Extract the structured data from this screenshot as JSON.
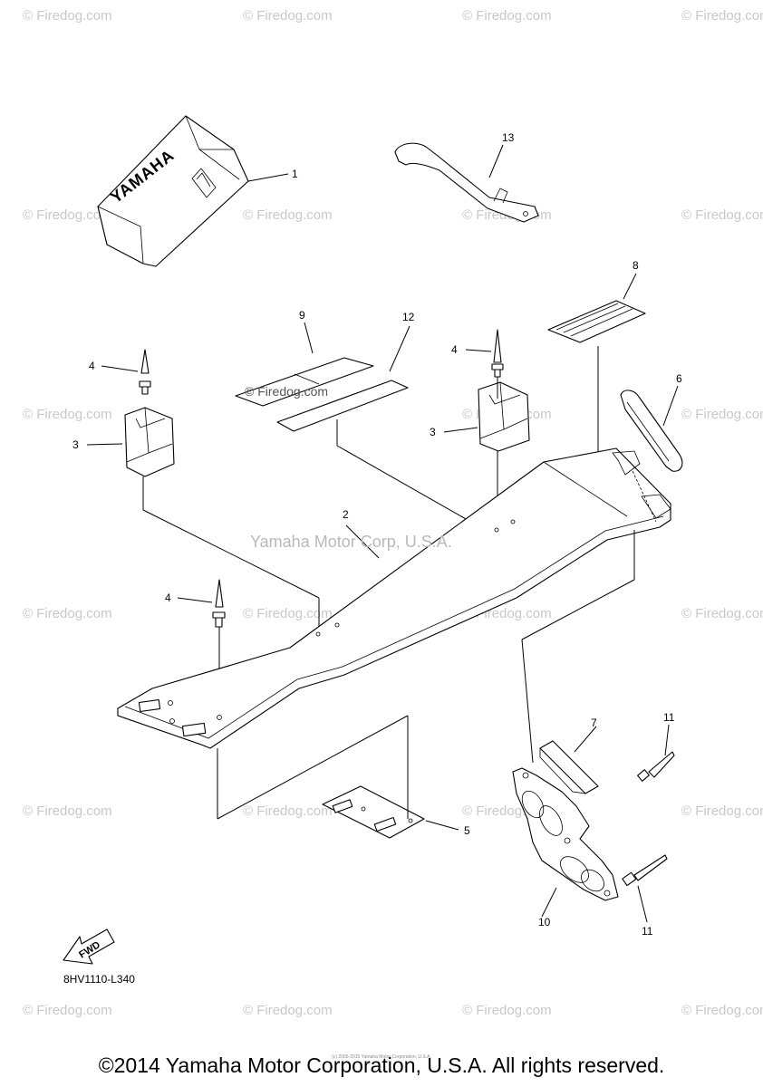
{
  "watermark": "© Firedog.com",
  "center_watermark": "Yamaha Motor Corp, U.S.A.",
  "brand_box_text": "YAMAHA",
  "diagram_code": "8HV1110-L340",
  "fwd_label": "FWD",
  "copyright": "©2014 Yamaha Motor Corporation, U.S.A. All rights reserved.",
  "tiny_copyright": "(c) 2005-2015 Yamaha Motor Corporation, U.S.A.",
  "callouts": [
    "1",
    "2",
    "3",
    "3",
    "4",
    "4",
    "4",
    "5",
    "6",
    "7",
    "8",
    "9",
    "10",
    "11",
    "11",
    "12",
    "13"
  ]
}
